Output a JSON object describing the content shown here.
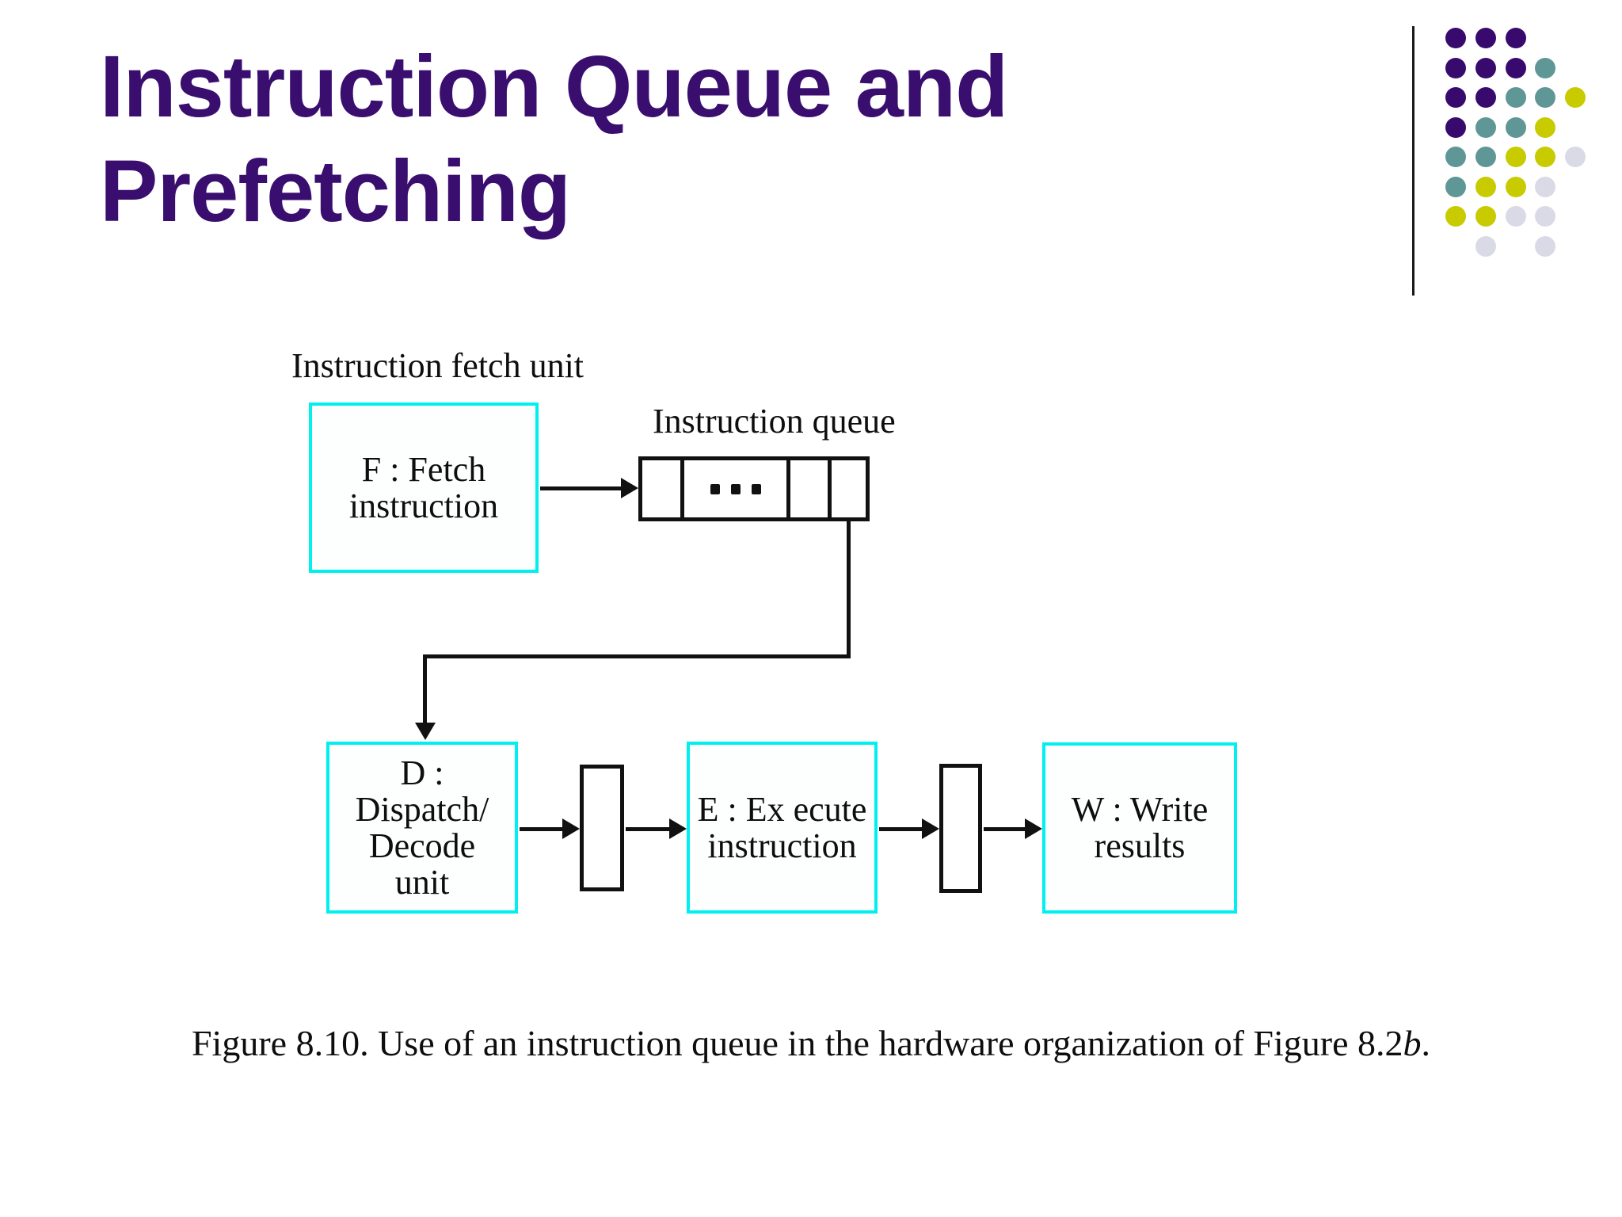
{
  "slide": {
    "title": {
      "line1": "Instruction Queue and",
      "line2": "Prefetching",
      "color": "#3A0E6F"
    }
  },
  "decoration": {
    "divider_color": "#1A1A1A",
    "palette": {
      "purple": "#380A6E",
      "teal": "#5F9696",
      "yellow": "#C7CB00",
      "lavender": "#DADAE7"
    },
    "grid": [
      [
        "purple",
        "purple",
        "purple",
        "",
        ""
      ],
      [
        "purple",
        "purple",
        "purple",
        "teal",
        ""
      ],
      [
        "purple",
        "purple",
        "teal",
        "teal",
        "yellow"
      ],
      [
        "purple",
        "teal",
        "teal",
        "yellow",
        ""
      ],
      [
        "teal",
        "teal",
        "yellow",
        "yellow",
        "lavender"
      ],
      [
        "teal",
        "yellow",
        "yellow",
        "lavender",
        ""
      ],
      [
        "yellow",
        "yellow",
        "lavender",
        "lavender",
        ""
      ],
      [
        "",
        "lavender",
        "",
        "lavender",
        ""
      ]
    ]
  },
  "diagram": {
    "accent_border_color": "#00EFEF",
    "line_color": "#111111",
    "fetch_unit_label": "Instruction fetch unit",
    "queue_label": "Instruction queue",
    "fetch_box": {
      "line1": "F : Fetch",
      "line2": "instruction"
    },
    "queue_cells": [
      "",
      "...",
      "",
      ""
    ],
    "dispatch_box": {
      "line1": "D : Dispatch/",
      "line2": "Decode",
      "line3": "unit"
    },
    "execute_box": {
      "line1": "E : Ex ecute",
      "line2": "instruction"
    },
    "write_box": {
      "line1": "W : Write",
      "line2": "results"
    }
  },
  "caption": {
    "prefix": "Figure 8.10. Use of an instruction queue in the hardware organization of Figure 8.2",
    "italic": "b",
    "suffix": "."
  }
}
